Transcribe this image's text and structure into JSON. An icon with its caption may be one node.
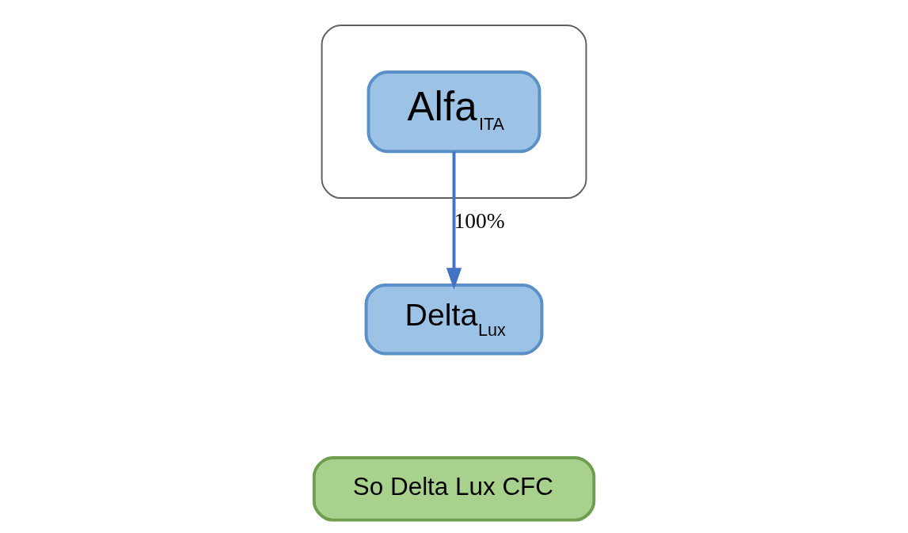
{
  "diagram": {
    "nodes": [
      {
        "text": [],
        "shape": "ellipse"
      },
      {
        "text": [
          "Alfa$_{ITA}$"
        ],
        "in": 0
      },
      {
        "text": [
          "Delta$_{Lux}$"
        ]
      },
      {
        "text": [
          "So Delta Lux CFC"
        ]
      }
    ],
    "edges": [
      {
        "from": 1,
        "to": 2,
        "arrow": "to",
        "label": "100%"
      }
    ]
  }
}
